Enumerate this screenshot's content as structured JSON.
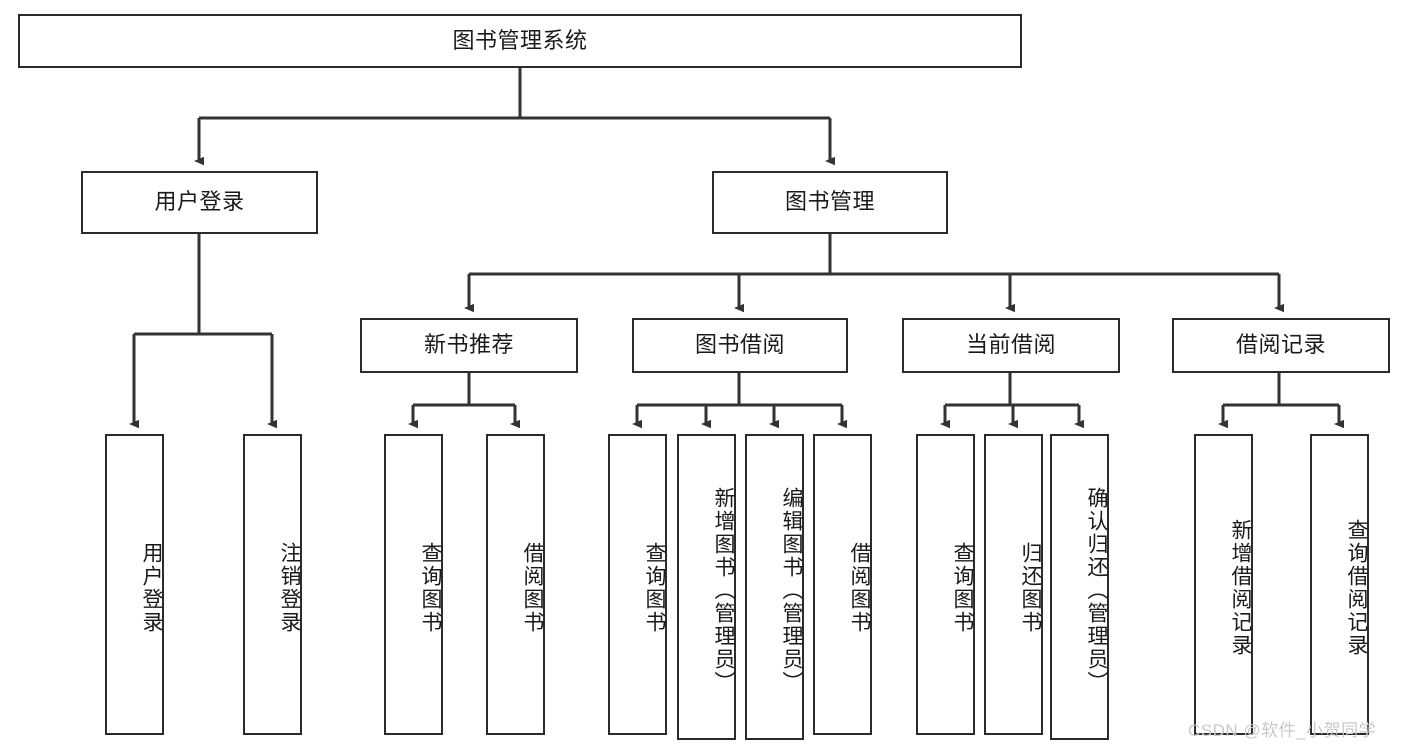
{
  "diagram": {
    "type": "tree-hierarchy",
    "title": "图书管理系统",
    "root": {
      "label": "图书管理系统"
    },
    "level2": [
      {
        "id": "user-login",
        "label": "用户登录"
      },
      {
        "id": "book-manage",
        "label": "图书管理"
      }
    ],
    "level3": [
      {
        "id": "new-book-recommend",
        "label": "新书推荐",
        "parent": "book-manage"
      },
      {
        "id": "book-borrow",
        "label": "图书借阅",
        "parent": "book-manage"
      },
      {
        "id": "current-borrow",
        "label": "当前借阅",
        "parent": "book-manage"
      },
      {
        "id": "borrow-record",
        "label": "借阅记录",
        "parent": "book-manage"
      }
    ],
    "leaves": [
      {
        "id": "leaf-user-login",
        "label": "用户登录",
        "parent": "user-login"
      },
      {
        "id": "leaf-logout",
        "label": "注销登录",
        "parent": "user-login"
      },
      {
        "id": "leaf-query-book-1",
        "label": "查询图书",
        "parent": "new-book-recommend"
      },
      {
        "id": "leaf-borrow-book-1",
        "label": "借阅图书",
        "parent": "new-book-recommend"
      },
      {
        "id": "leaf-query-book-2",
        "label": "查询图书",
        "parent": "book-borrow"
      },
      {
        "id": "leaf-add-book",
        "label": "新增图书（管理员）",
        "parent": "book-borrow"
      },
      {
        "id": "leaf-edit-book",
        "label": "编辑图书（管理员）",
        "parent": "book-borrow"
      },
      {
        "id": "leaf-borrow-book-2",
        "label": "借阅图书",
        "parent": "book-borrow"
      },
      {
        "id": "leaf-query-book-3",
        "label": "查询图书",
        "parent": "current-borrow"
      },
      {
        "id": "leaf-return-book",
        "label": "归还图书",
        "parent": "current-borrow"
      },
      {
        "id": "leaf-confirm-return",
        "label": "确认归还（管理员）",
        "parent": "current-borrow"
      },
      {
        "id": "leaf-add-record",
        "label": "新增借阅记录",
        "parent": "borrow-record"
      },
      {
        "id": "leaf-query-record",
        "label": "查询借阅记录",
        "parent": "borrow-record"
      }
    ],
    "colors": {
      "background": "#ffffff",
      "box_border": "#2b2b2b",
      "box_fill": "#ffffff",
      "connector": "#333333",
      "text": "#1a1a1a",
      "watermark": "#c9c9c9"
    }
  },
  "watermark": {
    "text": "CSDN @软件_小贺同学"
  }
}
